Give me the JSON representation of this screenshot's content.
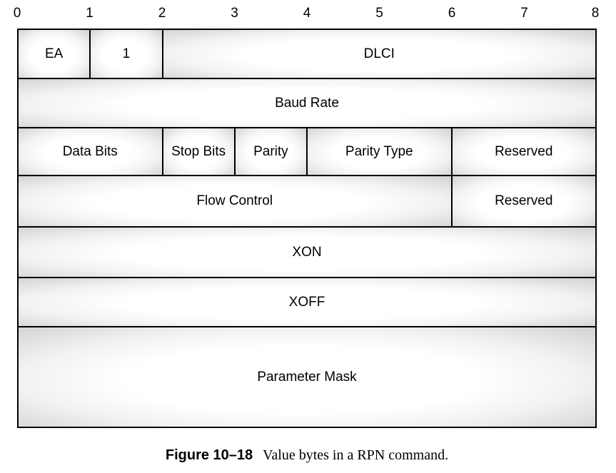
{
  "ruler": {
    "ticks": [
      "0",
      "1",
      "2",
      "3",
      "4",
      "5",
      "6",
      "7",
      "8"
    ]
  },
  "diagram": {
    "rows": [
      {
        "cells": [
          {
            "label": "EA"
          },
          {
            "label": "1"
          },
          {
            "label": "DLCI"
          }
        ]
      },
      {
        "cells": [
          {
            "label": "Baud Rate"
          }
        ]
      },
      {
        "cells": [
          {
            "label": "Data Bits"
          },
          {
            "label": "Stop Bits"
          },
          {
            "label": "Parity"
          },
          {
            "label": "Parity Type"
          },
          {
            "label": "Reserved"
          }
        ]
      },
      {
        "cells": [
          {
            "label": "Flow Control"
          },
          {
            "label": "Reserved"
          }
        ]
      },
      {
        "cells": [
          {
            "label": "XON"
          }
        ]
      },
      {
        "cells": [
          {
            "label": "XOFF"
          }
        ]
      },
      {
        "cells": [
          {
            "label": "Parameter Mask"
          }
        ]
      }
    ]
  },
  "caption": {
    "figure_label": "Figure 10–18",
    "text": "Value bytes in a RPN command."
  },
  "colors": {
    "border": "#000000",
    "cell_edge_gray": "#c6c6c6",
    "cell_highlight": "#ffffff",
    "background": "#ffffff"
  }
}
